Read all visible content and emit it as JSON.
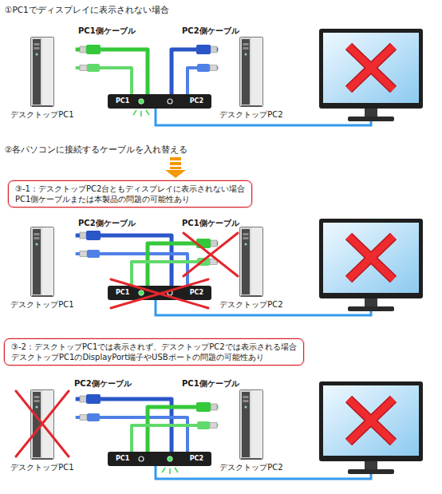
{
  "diagram": {
    "nodes": [
      {
        "text": [
          "デスクトップPC1"
        ]
      },
      {
        "text": [
          "PC1",
          "PC2"
        ]
      },
      {
        "text": [
          "デスクトップPC2"
        ]
      },
      {
        "text": [
          "③-1：デスクトップPC2台ともディスプレイに表示されない場合",
          "PC1側ケーブルまたは本製品の問題の可能性あり"
        ]
      },
      {
        "text": [
          "デスクトップPC1"
        ]
      },
      {
        "text": [
          "PC1",
          "PC2"
        ]
      },
      {
        "text": [
          "デスクトップPC2"
        ]
      },
      {
        "text": [
          "③-2：デスクトップPC1では表示されず、デスクトップPC2では表示される場合",
          "デスクトップPC1のDisplayPort端子やUSBポートの問題の可能性あり"
        ]
      },
      {
        "text": [
          "デスクトップPC1"
        ]
      },
      {
        "text": [
          "PC1",
          "PC2"
        ]
      },
      {
        "text": [
          "デスクトップPC2"
        ]
      }
    ],
    "edges": [
      {
        "from": 0,
        "to": 1,
        "arrow": "none"
      },
      {
        "from": 0,
        "to": 1,
        "arrow": "none"
      },
      {
        "from": 2,
        "to": 1,
        "arrow": "none"
      },
      {
        "from": 2,
        "to": 1,
        "arrow": "none"
      },
      {
        "from": 4,
        "to": 5,
        "arrow": "none"
      },
      {
        "from": 4,
        "to": 5,
        "arrow": "none"
      },
      {
        "from": 6,
        "to": 5,
        "arrow": "none"
      },
      {
        "from": 6,
        "to": 5,
        "arrow": "none"
      },
      {
        "from": 8,
        "to": 9,
        "arrow": "none"
      },
      {
        "from": 8,
        "to": 9,
        "arrow": "none"
      },
      {
        "from": 10,
        "to": 9,
        "arrow": "none"
      },
      {
        "from": 10,
        "to": 9,
        "arrow": "none"
      }
    ],
    "labels": [
      "①PC1でディスプレイに表示されない場合",
      "PC1側ケーブル",
      "PC2側ケーブル",
      "②各パソコンに接続するケーブルを入れ替える",
      "PC2側ケーブル",
      "PC1側ケーブル",
      "PC2側ケーブル",
      "PC1側ケーブル"
    ]
  }
}
